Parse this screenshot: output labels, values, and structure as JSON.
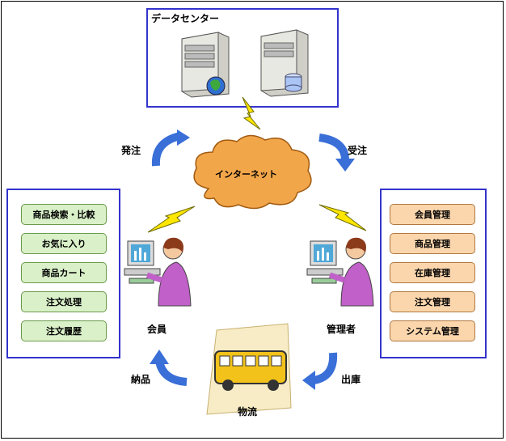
{
  "datacenter": {
    "title": "データセンター"
  },
  "internet": {
    "label": "インターネット"
  },
  "flows": {
    "order": "発注",
    "receive": "受注",
    "delivery": "納品",
    "shipping": "出庫"
  },
  "member": {
    "label": "会員"
  },
  "admin": {
    "label": "管理者"
  },
  "logistics": {
    "label": "物流"
  },
  "member_menu": {
    "items": [
      "商品検索・比較",
      "お気に入り",
      "商品カート",
      "注文処理",
      "注文履歴"
    ]
  },
  "admin_menu": {
    "items": [
      "会員管理",
      "商品管理",
      "在庫管理",
      "注文管理",
      "システム管理"
    ]
  },
  "colors": {
    "border_blue": "#3333cc",
    "arrow_blue": "#3a6fd8",
    "green": "#d9f0c8",
    "orange": "#fbd6ad",
    "cloud": "#f2a64a",
    "lightning": "#ffe600"
  }
}
